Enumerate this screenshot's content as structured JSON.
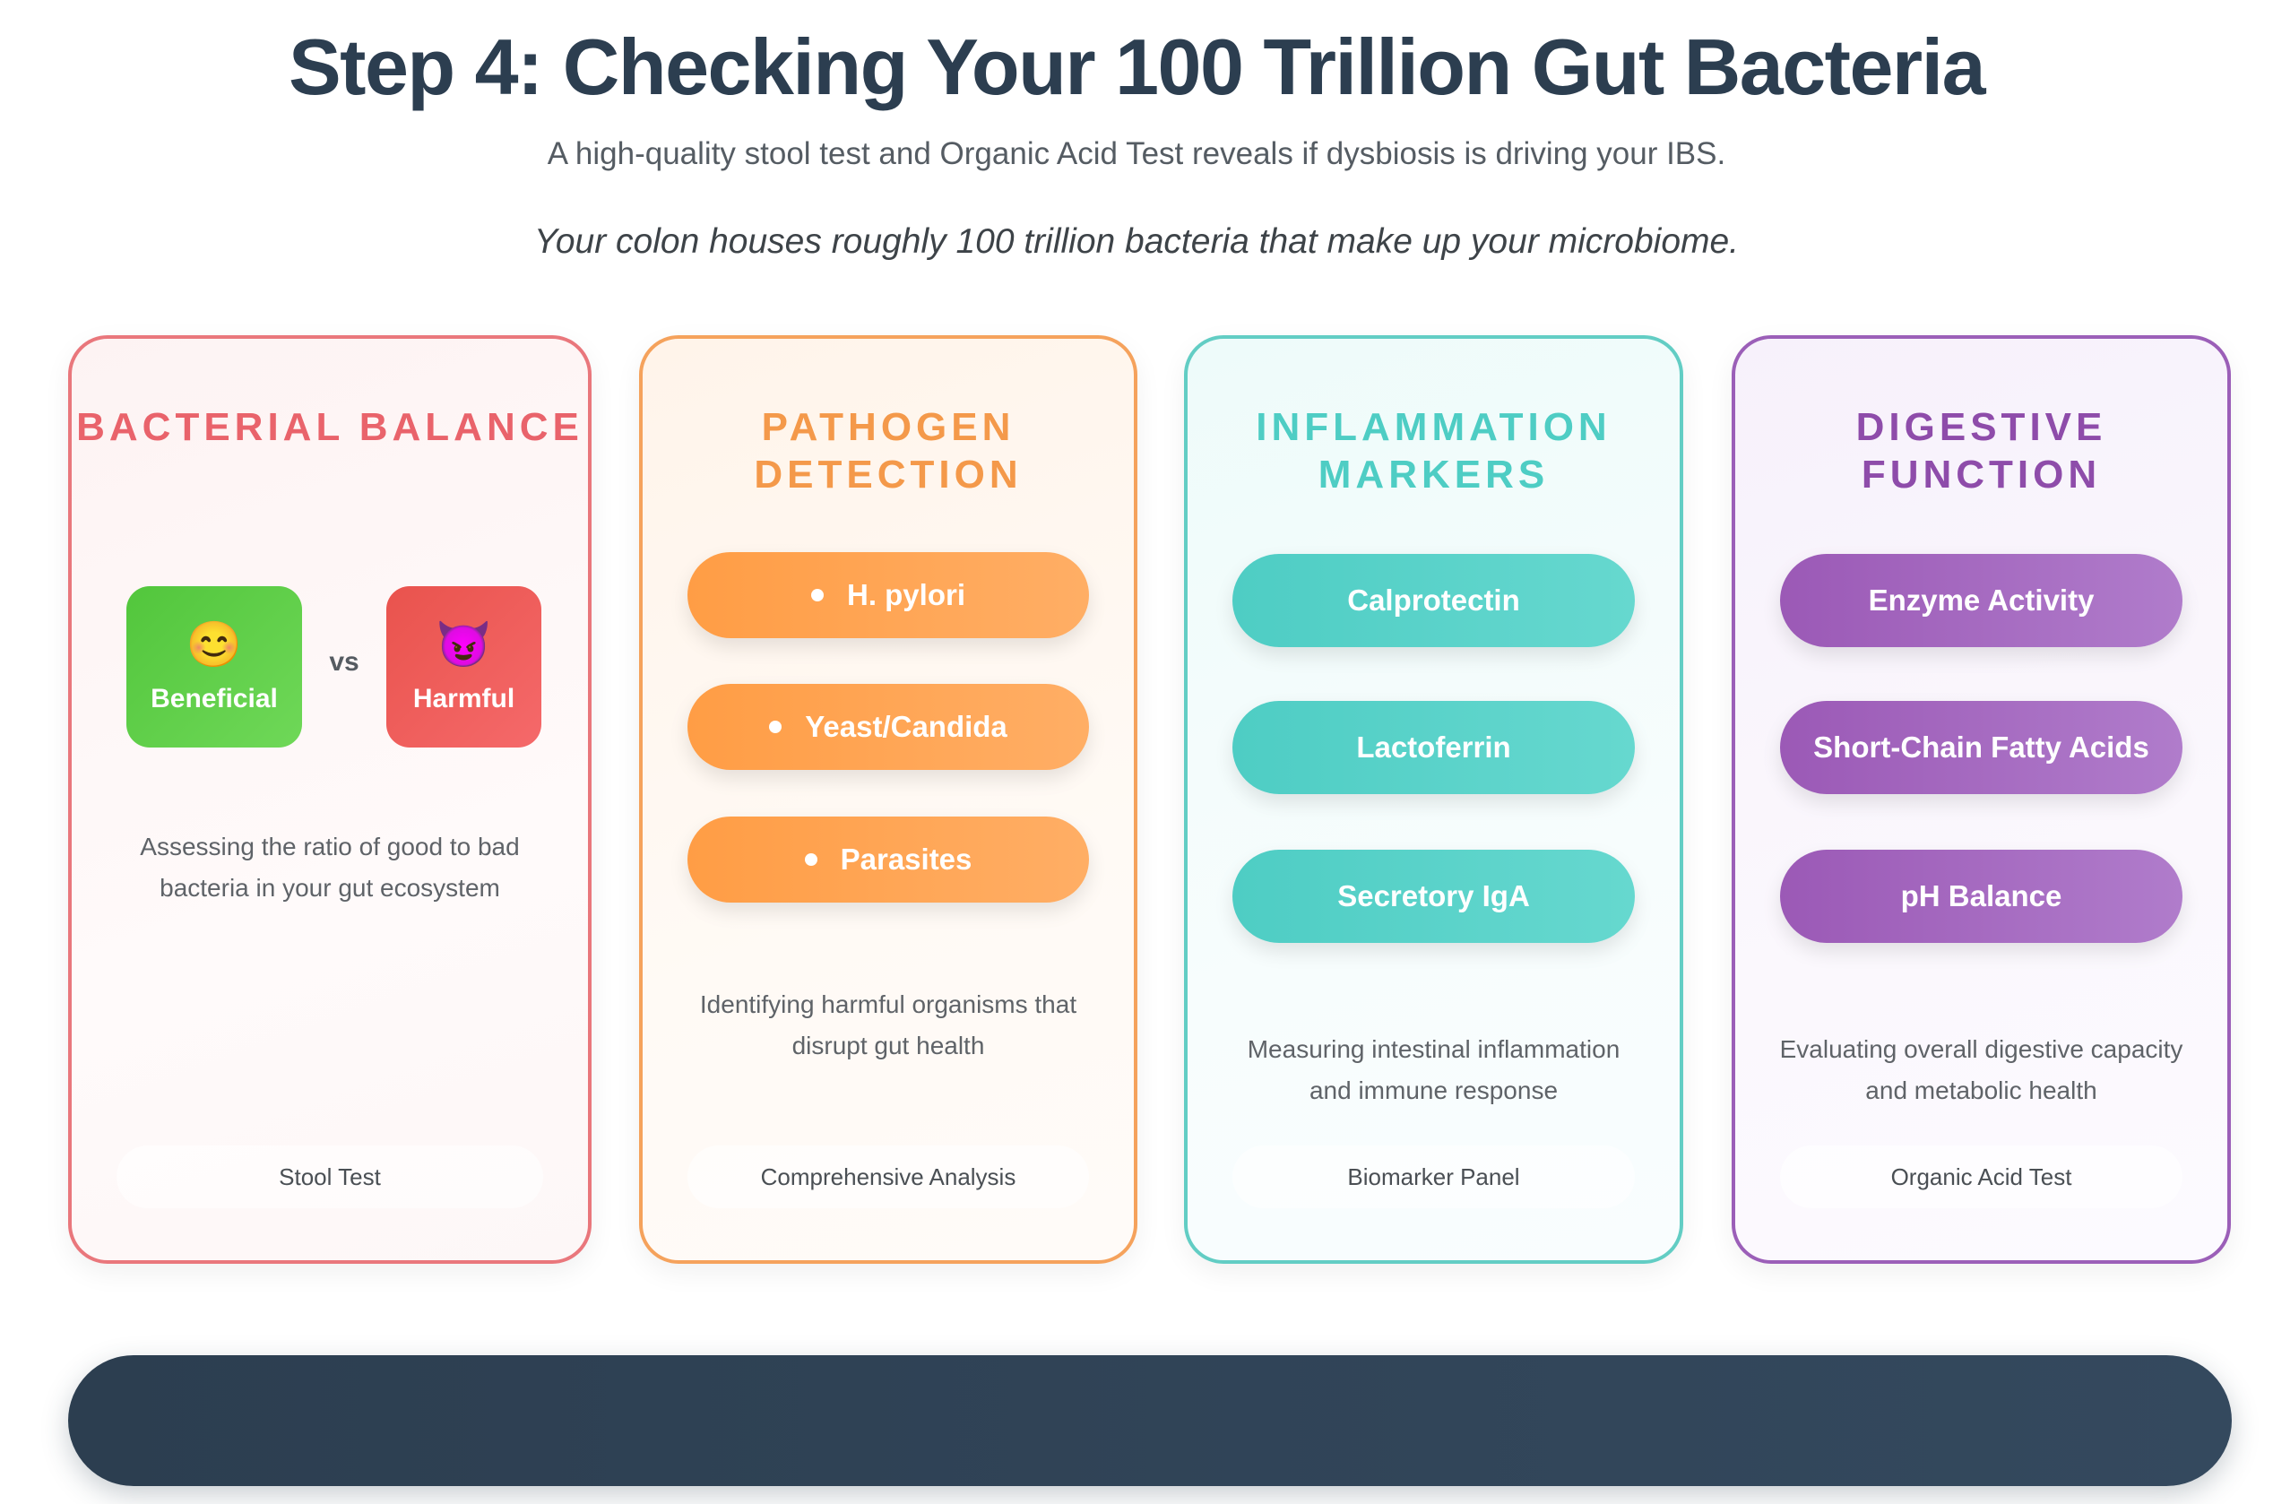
{
  "header": {
    "title": "Step 4: Checking Your 100 Trillion Gut Bacteria",
    "subtitle": "A high-quality stool test and Organic Acid Test reveals if dysbiosis is driving your IBS.",
    "intro": "Your colon houses roughly 100 trillion bacteria that make up your microbiome."
  },
  "cards": [
    {
      "title": "Bacterial Balance",
      "accent": "#e9636b",
      "comparison": {
        "left": {
          "emoji": "😊",
          "icon": "smiling-face-icon",
          "label": "Beneficial",
          "color": "#52c63c"
        },
        "separator": "vs",
        "right": {
          "emoji": "😈",
          "icon": "devil-face-icon",
          "label": "Harmful",
          "color": "#e9534d"
        }
      },
      "description": "Assessing the ratio of good to bad bacteria in your gut ecosystem",
      "footer": "Stool Test"
    },
    {
      "title": "Pathogen Detection",
      "accent": "#f4994a",
      "items": [
        "H. pylori",
        "Yeast/Candida",
        "Parasites"
      ],
      "description": "Identifying harmful organisms that disrupt gut health",
      "footer": "Comprehensive Analysis"
    },
    {
      "title": "Inflammation Markers",
      "accent": "#4ecdc4",
      "items": [
        "Calprotectin",
        "Lactoferrin",
        "Secretory IgA"
      ],
      "description": "Measuring intestinal inflammation and immune response",
      "footer": "Biomarker Panel"
    },
    {
      "title": "Digestive Function",
      "accent": "#9b59b6",
      "items": [
        "Enzyme Activity",
        "Short-Chain Fatty Acids",
        "pH Balance"
      ],
      "description": "Evaluating overall digestive capacity and metabolic health",
      "footer": "Organic Acid Test"
    }
  ],
  "bottom_bar": {
    "color": "#2c3e50"
  }
}
